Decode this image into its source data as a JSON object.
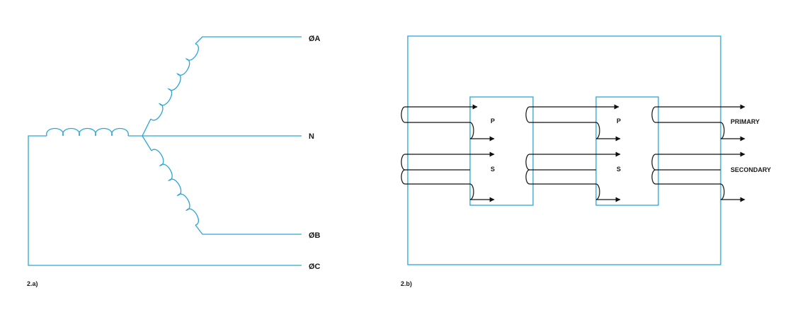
{
  "figure_a": {
    "caption": "2.a)",
    "labels": {
      "phase_a": "ØA",
      "neutral": "N",
      "phase_b": "ØB",
      "phase_c": "ØC"
    }
  },
  "figure_b": {
    "caption": "2.b)",
    "limb_labels": {
      "primary": "P",
      "secondary": "S"
    },
    "side_labels": {
      "primary": "PRIMARY",
      "secondary": "SECONDARY"
    }
  },
  "colors": {
    "wire": "#2ba6d6",
    "winding": "#111111",
    "text": "#1a1a1a"
  }
}
